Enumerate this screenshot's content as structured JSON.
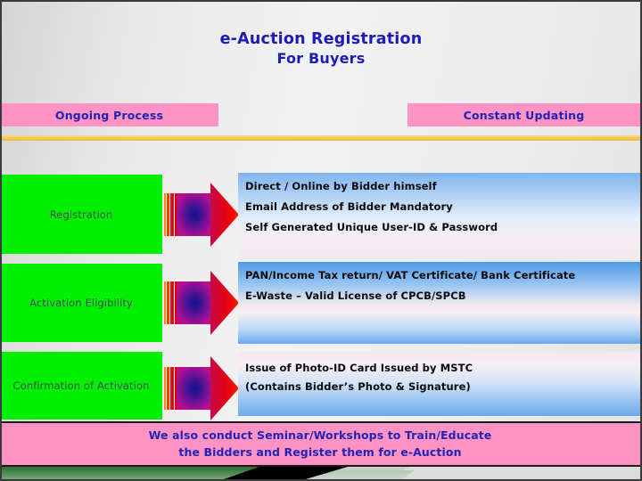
{
  "title": {
    "line1": "e-Auction Registration",
    "line2": "For Buyers",
    "color": "#1d1db4"
  },
  "banners": {
    "left": "Ongoing Process",
    "right": "Constant Updating",
    "background": "#fe93c4",
    "text_color": "#2323b4"
  },
  "divider": {
    "color": "#f7c85f"
  },
  "steps": [
    {
      "label": "Registration",
      "box_color": "#00f000",
      "label_color": "#3d5050",
      "details": [
        "Direct / Online by Bidder himself",
        "Email Address of Bidder Mandatory",
        "Self Generated Unique User-ID & Password"
      ]
    },
    {
      "label": "Activation Eligibility",
      "box_color": "#00f000",
      "label_color": "#3d5050",
      "details": [
        "PAN/Income Tax return/ VAT Certificate/ Bank Certificate",
        "E-Waste – Valid License of CPCB/SPCB"
      ]
    },
    {
      "label": "Confirmation of Activation",
      "box_color": "#00f000",
      "label_color": "#3d5050",
      "details": [
        "Issue of Photo-ID Card Issued by MSTC",
        "(Contains Bidder’s Photo & Signature)"
      ]
    }
  ],
  "footer": {
    "line1": "We also conduct Seminar/Workshops to Train/Educate",
    "line2": "the Bidders and Register them for e-Auction",
    "background": "#fe93c4",
    "text_color": "#2323b4"
  }
}
